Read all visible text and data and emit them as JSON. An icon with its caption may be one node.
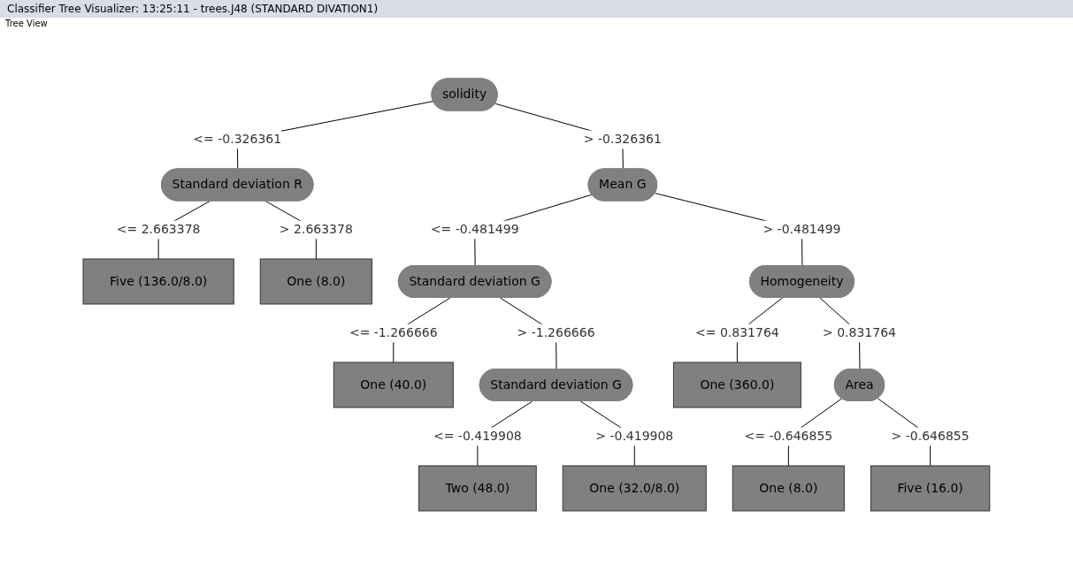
{
  "diagram": {
    "title": "Classifier Tree Visualizer: 13:25:11 - trees.J48 (STANDARD DIVATION1)",
    "nodes": [
      {
        "text": [
          "solidity"
        ]
      },
      {
        "text": [
          "Standard deviation R"
        ]
      },
      {
        "text": [
          "Mean G"
        ]
      },
      {
        "text": [
          "Five (136.0/8.0)"
        ]
      },
      {
        "text": [
          "One (8.0)"
        ]
      },
      {
        "text": [
          "Standard deviation G"
        ]
      },
      {
        "text": [
          "Homogeneity"
        ]
      },
      {
        "text": [
          "One (40.0)"
        ]
      },
      {
        "text": [
          "Standard deviation G"
        ]
      },
      {
        "text": [
          "One (360.0)"
        ]
      },
      {
        "text": [
          "Area"
        ]
      },
      {
        "text": [
          "Two (48.0)"
        ]
      },
      {
        "text": [
          "One (32.0/8.0)"
        ]
      },
      {
        "text": [
          "One (8.0)"
        ]
      },
      {
        "text": [
          "Five (16.0)"
        ]
      }
    ],
    "edges": [
      {
        "from": 0,
        "to": 1,
        "arrow": "none",
        "label": "<= -0.326361"
      },
      {
        "from": 0,
        "to": 2,
        "arrow": "none",
        "label": "> -0.326361"
      },
      {
        "from": 1,
        "to": 3,
        "arrow": "none",
        "label": "<= 2.663378"
      },
      {
        "from": 1,
        "to": 4,
        "arrow": "none",
        "label": "> 2.663378"
      },
      {
        "from": 2,
        "to": 5,
        "arrow": "none",
        "label": "<= -0.481499"
      },
      {
        "from": 2,
        "to": 6,
        "arrow": "none",
        "label": "> -0.481499"
      },
      {
        "from": 5,
        "to": 7,
        "arrow": "none",
        "label": "<= -1.266666"
      },
      {
        "from": 5,
        "to": 8,
        "arrow": "none",
        "label": "> -1.266666"
      },
      {
        "from": 6,
        "to": 9,
        "arrow": "none",
        "label": "<= 0.831764"
      },
      {
        "from": 6,
        "to": 10,
        "arrow": "none",
        "label": "> 0.831764"
      },
      {
        "from": 8,
        "to": 11,
        "arrow": "none",
        "label": "<= -0.419908"
      },
      {
        "from": 8,
        "to": 12,
        "arrow": "none",
        "label": "> -0.419908"
      },
      {
        "from": 10,
        "to": 13,
        "arrow": "none",
        "label": "<= -0.646855"
      },
      {
        "from": 10,
        "to": 14,
        "arrow": "none",
        "label": "> -0.646855"
      }
    ],
    "labels": [
      "Tree View"
    ]
  }
}
